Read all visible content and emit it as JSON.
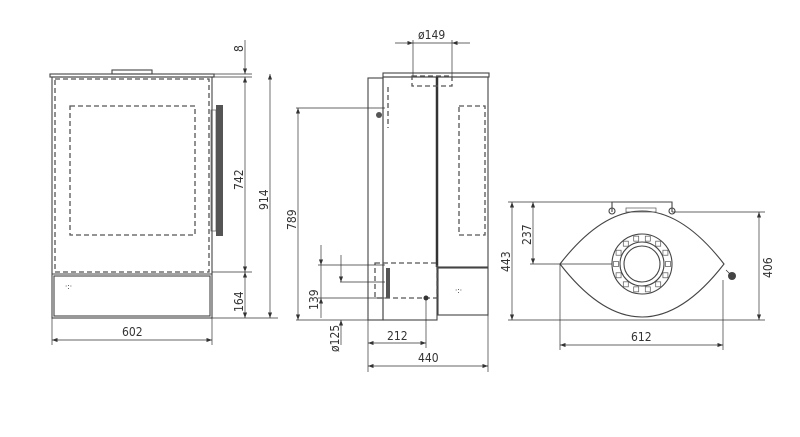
{
  "title": "Stove dimension drawing",
  "front_view": {
    "dim_top": "8",
    "dim_door": "742",
    "dim_height": "914",
    "dim_base": "164",
    "dim_width": "602"
  },
  "side_view": {
    "dim_flue_diameter": "ø149",
    "dim_rear_outlet_height": "789",
    "dim_air_height": "139",
    "dim_air_diameter": "ø125",
    "dim_air_offset": "212",
    "dim_depth": "440"
  },
  "top_view": {
    "dim_depth": "443",
    "dim_flue_offset": "237",
    "dim_body_depth": "406",
    "dim_width": "612"
  }
}
